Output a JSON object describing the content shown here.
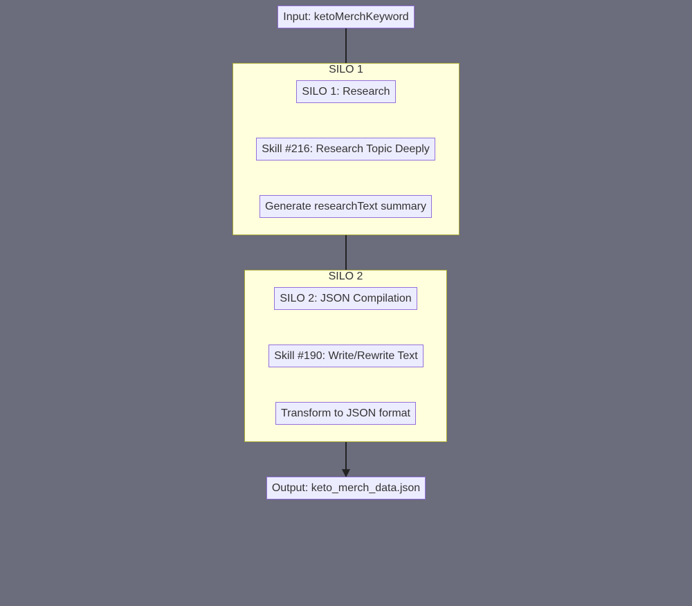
{
  "diagram": {
    "input_node": "Input: ketoMerchKeyword",
    "silo1": {
      "label": "SILO 1",
      "nodes": [
        "SILO 1: Research",
        "Skill #216: Research Topic Deeply",
        "Generate researchText summary"
      ]
    },
    "silo2": {
      "label": "SILO 2",
      "nodes": [
        "SILO 2: JSON Compilation",
        "Skill #190: Write/Rewrite Text",
        "Transform to JSON format"
      ]
    },
    "output_node": "Output: keto_merch_data.json"
  },
  "colors": {
    "background": "#6b6c7c",
    "node_fill": "#ececff",
    "node_border": "#9370db",
    "cluster_fill": "#ffffde",
    "cluster_border": "#aaaa33",
    "edge": "#222222"
  }
}
